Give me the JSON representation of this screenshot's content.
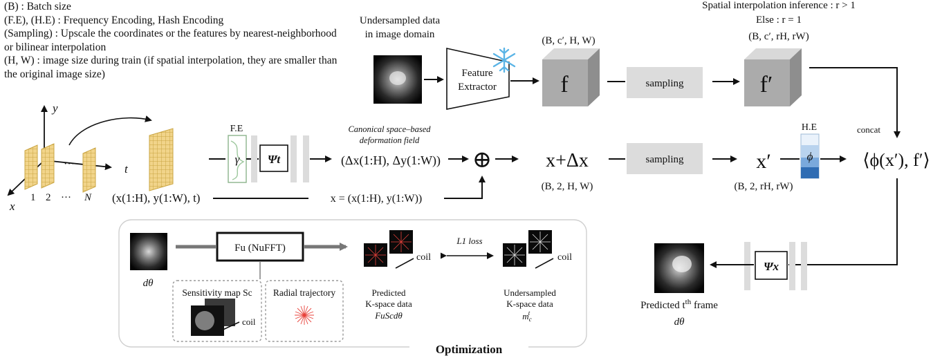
{
  "legend": {
    "line1": "(B) : Batch size",
    "line2": "(F.E), (H.E) : Frequency Encoding, Hash Encoding",
    "line3": "(Sampling) : Upscale the coordinates or the features by nearest-neighborhood or bilinear interpolation",
    "line4": "(H, W) : image size during train (if spatial interpolation, they are smaller than the original image size)"
  },
  "top_right": {
    "line1": "Spatial interpolation inference : r > 1",
    "line2": "Else : r = 1",
    "shape_fprime": "(B, c′, rH, rW)"
  },
  "input": {
    "label_line1": "Undersampled data",
    "label_line2": "in image domain"
  },
  "extractor": {
    "line1": "Feature",
    "line2": "Extractor",
    "frozen_icon": "snowflake-icon"
  },
  "feature": {
    "shape": "(B, c′, H, W)",
    "symbol": "f",
    "symbol_prime": "f′"
  },
  "sampling_label": "sampling",
  "coords": {
    "axis_y": "y",
    "axis_x": "x",
    "axis_t": "t",
    "frame1": "1",
    "frame2": "2",
    "dots": "···",
    "frameN": "N",
    "dots_mid": "···",
    "input_tuple": "(x(1:H), y(1:W), t)",
    "x_def": "x = (x(1:H), y(1:W))"
  },
  "fe": {
    "label": "F.E",
    "gamma": "γ",
    "psi_t": "Ψt"
  },
  "deformation": {
    "caption_line1": "Canonical space–based",
    "caption_line2": "deformation field",
    "value": "(Δx(1:H), Δy(1:W))"
  },
  "sum": {
    "symbol": "⊕",
    "result": "x+Δx",
    "shape": "(B, 2, H, W)"
  },
  "he": {
    "label": "H.E",
    "phi": "ϕ",
    "x_prime": "x′",
    "shape": "(B, 2, rH, rW)"
  },
  "concat": {
    "label": "concat",
    "result": "⟨ϕ(x′), f′⟩"
  },
  "decoder": {
    "psi_x": "Ψx",
    "out_label": "Predicted t",
    "out_sup": "th",
    "out_label2": " frame",
    "out_symbol": "dθ"
  },
  "optimization": {
    "title": "Optimization",
    "d_theta": "dθ",
    "nufft": "Fu (NuFFT)",
    "sens_label": "Sensitivity map Sc",
    "radial_label": "Radial trajectory",
    "coil": "coil",
    "coil2": "coil",
    "coil3": "coil",
    "loss": "L1 loss",
    "pred_line1": "Predicted",
    "pred_line2": "K-space data",
    "pred_line3": "FuScdθ",
    "under_line1": "Undersampled",
    "under_line2": "K-space data",
    "under_line3": "m",
    "under_sub": "c",
    "under_sup": "t"
  }
}
